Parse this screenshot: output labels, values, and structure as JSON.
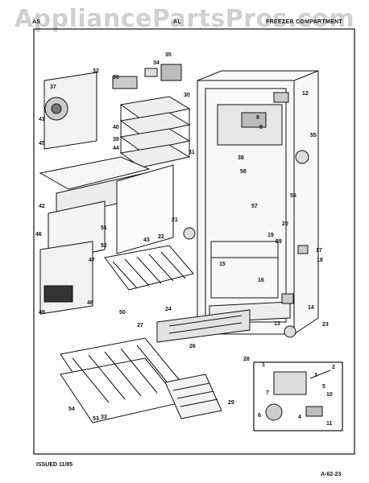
{
  "watermark": "AppliancePartsPros.com",
  "header": {
    "left": "AS",
    "center": "AL",
    "right": "FREEZER COMPARTMENT"
  },
  "footer": {
    "issued": "ISSUED 11/85",
    "page": "A-62-23"
  },
  "callouts": [
    "1",
    "2",
    "3",
    "4",
    "5",
    "6",
    "7",
    "8",
    "9",
    "10",
    "11",
    "12",
    "13",
    "14",
    "15",
    "16",
    "17",
    "18",
    "19",
    "20",
    "21",
    "22",
    "23",
    "24",
    "26",
    "27",
    "28",
    "29",
    "30",
    "31",
    "32",
    "33",
    "34",
    "35",
    "36",
    "37",
    "38",
    "39",
    "40",
    "41",
    "42",
    "43",
    "44",
    "45",
    "46",
    "47",
    "48",
    "49",
    "50",
    "51",
    "52",
    "53",
    "54",
    "55",
    "56",
    "57",
    "58",
    "59"
  ]
}
